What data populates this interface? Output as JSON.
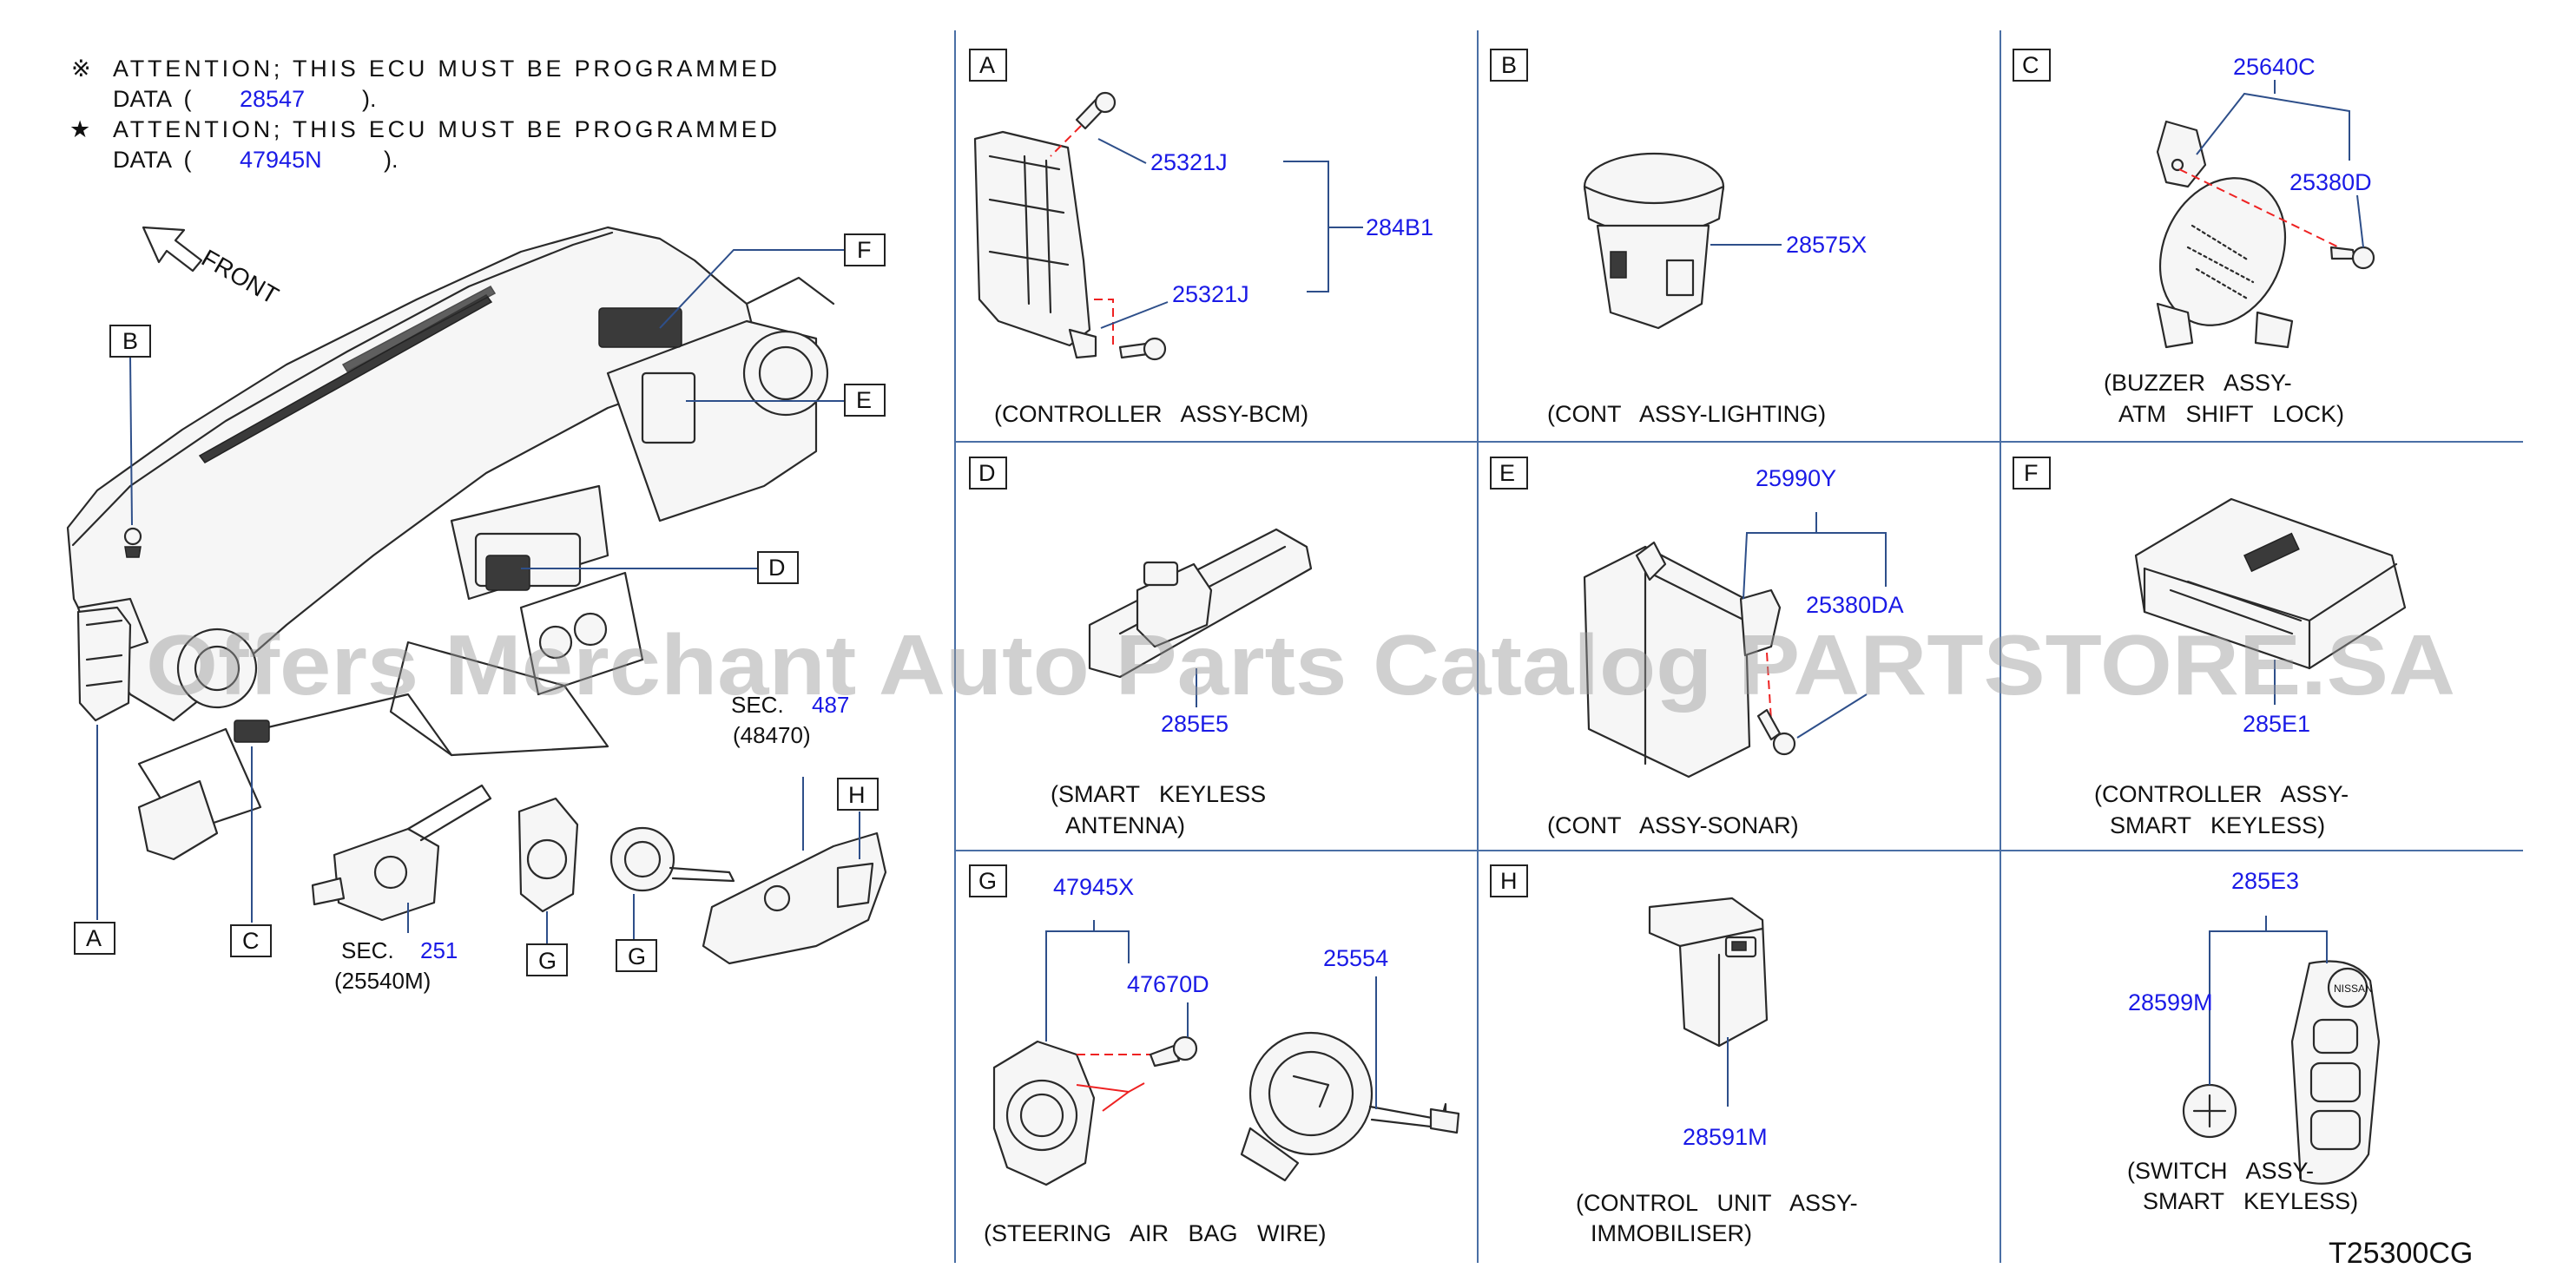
{
  "notes": [
    {
      "symbol": "※",
      "words": [
        "ATTENTION;",
        "THIS",
        "ECU",
        "MUST",
        "BE",
        "PROGRAMMED"
      ],
      "data_prefix": "DATA  (",
      "data_part": "28547",
      "data_suffix": ")."
    },
    {
      "symbol": "★",
      "words": [
        "ATTENTION;",
        "THIS",
        "ECU",
        "MUST",
        "BE",
        "PROGRAMMED"
      ],
      "data_prefix": "DATA  (",
      "data_part": "47945N",
      "data_suffix": ")."
    }
  ],
  "front_label": "FRONT",
  "overview": {
    "callouts": [
      "A",
      "B",
      "C",
      "D",
      "E",
      "F",
      "G",
      "G",
      "H"
    ],
    "sec_251": {
      "prefix": "SEC.",
      "number": "251",
      "sub": "(25540M)"
    },
    "sec_487": {
      "prefix": "SEC.",
      "number": "487",
      "sub": "(48470)"
    }
  },
  "panels": [
    {
      "letter": "A",
      "caption": "(CONTROLLER   ASSY-BCM)",
      "parts": [
        "25321J",
        "25321J",
        "284B1"
      ]
    },
    {
      "letter": "B",
      "caption": "(CONT   ASSY-LIGHTING)",
      "parts": [
        "28575X"
      ]
    },
    {
      "letter": "C",
      "caption": [
        "(BUZZER   ASSY-",
        "ATM   SHIFT   LOCK)"
      ],
      "parts": [
        "25640C",
        "25380D"
      ]
    },
    {
      "letter": "D",
      "caption": [
        "(SMART   KEYLESS",
        "ANTENNA)"
      ],
      "parts": [
        "285E5"
      ]
    },
    {
      "letter": "E",
      "caption": "(CONT   ASSY-SONAR)",
      "parts": [
        "25990Y",
        "25380DA"
      ]
    },
    {
      "letter": "F",
      "caption": [
        "(CONTROLLER   ASSY-",
        "SMART   KEYLESS)"
      ],
      "parts": [
        "285E1"
      ]
    },
    {
      "letter": "G",
      "caption": "(STEERING   AIR   BAG   WIRE)",
      "parts": [
        "47945X",
        "47670D",
        "25554"
      ]
    },
    {
      "letter": "H",
      "caption": [
        "(CONTROL   UNIT   ASSY-",
        "IMMOBILISER)"
      ],
      "parts": [
        "28591M"
      ]
    },
    {
      "letter": "",
      "caption": [
        "(SWITCH   ASSY-",
        "SMART   KEYLESS)"
      ],
      "parts": [
        "285E3",
        "28599M"
      ]
    }
  ],
  "watermark": "Offers Merchant Auto Parts Catalog PARTSTORE.SA",
  "diagram_code": "T25300CG"
}
